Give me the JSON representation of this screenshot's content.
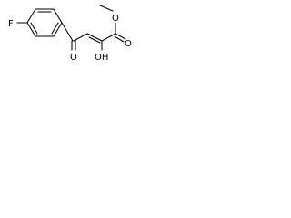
{
  "molecule": {
    "atoms": {
      "fluorine": "F",
      "ketone_oxygen": "O",
      "hydroxyl": "OH",
      "ester_carbonyl_oxygen": "O",
      "ester_ether_oxygen": "O"
    }
  },
  "colors": {
    "bond": "#000000",
    "label": "#000000",
    "background": "#ffffff"
  }
}
